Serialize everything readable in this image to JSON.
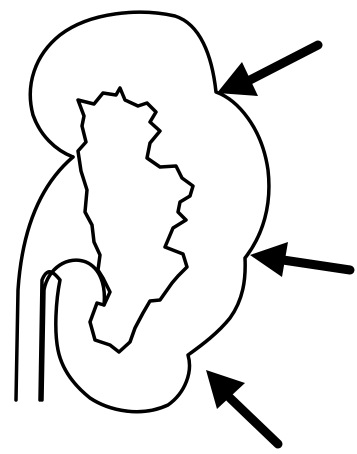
{
  "diagram": {
    "subject_icon": "kidney-outline",
    "pointer_icon": "arrow",
    "pointer_count": 3,
    "stroke_color": "#000000",
    "background_color": "#ffffff"
  }
}
